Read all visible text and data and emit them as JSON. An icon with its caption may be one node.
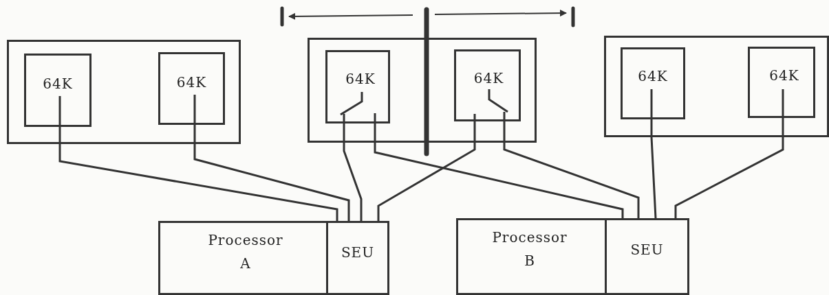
{
  "diagram": {
    "nodes": [
      {
        "text": [],
        "shape": "box"
      },
      {
        "text": [
          "64K"
        ],
        "in": 0
      },
      {
        "text": [
          "64K"
        ],
        "in": 0
      },
      {
        "text": [],
        "shape": "box"
      },
      {
        "text": [
          "64K"
        ],
        "in": 3
      },
      {
        "text": [
          "64K"
        ],
        "in": 3
      },
      {
        "text": [],
        "shape": "box"
      },
      {
        "text": [
          "64K"
        ],
        "in": 6
      },
      {
        "text": [
          "64K"
        ],
        "in": 6
      },
      {
        "text": [
          "Processor A"
        ]
      },
      {
        "text": [
          "SEU"
        ]
      },
      {
        "text": [
          "Processor B"
        ]
      },
      {
        "text": [
          "SEU"
        ]
      }
    ],
    "edges": [
      {
        "from": 1,
        "to": 10,
        "arrow": "none"
      },
      {
        "from": 2,
        "to": 10,
        "arrow": "none"
      },
      {
        "from": 4,
        "to": 10,
        "arrow": "none"
      },
      {
        "from": 4,
        "to": 12,
        "arrow": "none"
      },
      {
        "from": 5,
        "to": 10,
        "arrow": "none"
      },
      {
        "from": 5,
        "to": 12,
        "arrow": "none"
      },
      {
        "from": 7,
        "to": 12,
        "arrow": "none"
      },
      {
        "from": 8,
        "to": 12,
        "arrow": "none"
      }
    ]
  }
}
